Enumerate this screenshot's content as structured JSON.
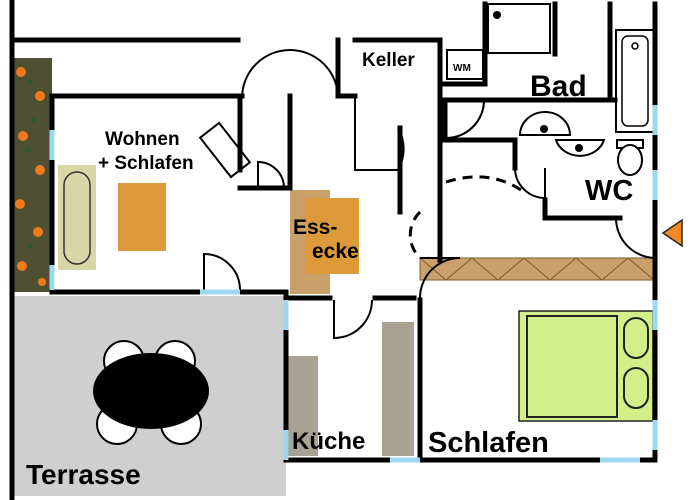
{
  "rooms": {
    "wohnen_line1": "Wohnen",
    "wohnen_line2": "+ Schlafen",
    "keller": "Keller",
    "wm": "WM",
    "bad": "Bad",
    "wc": "WC",
    "essecke_line1": "Ess-",
    "essecke_line2": "ecke",
    "kueche": "Küche",
    "schlafen": "Schlafen",
    "terrasse": "Terrasse"
  },
  "colors": {
    "wall": "#000000",
    "window": "#9ed8ee",
    "terrace": "#cfcfcf",
    "bed": "#d4ef8a",
    "sofa": "#d6d6a6",
    "table": "#dd9a3a",
    "counter": "#a9a191",
    "wardrobe": "#caa06a",
    "entrance_arrow": "#ef8a24",
    "flowers": "#f07a1a"
  },
  "icons": {
    "entrance": "entrance-arrow-icon",
    "flowers": "flower-planter-icon"
  }
}
